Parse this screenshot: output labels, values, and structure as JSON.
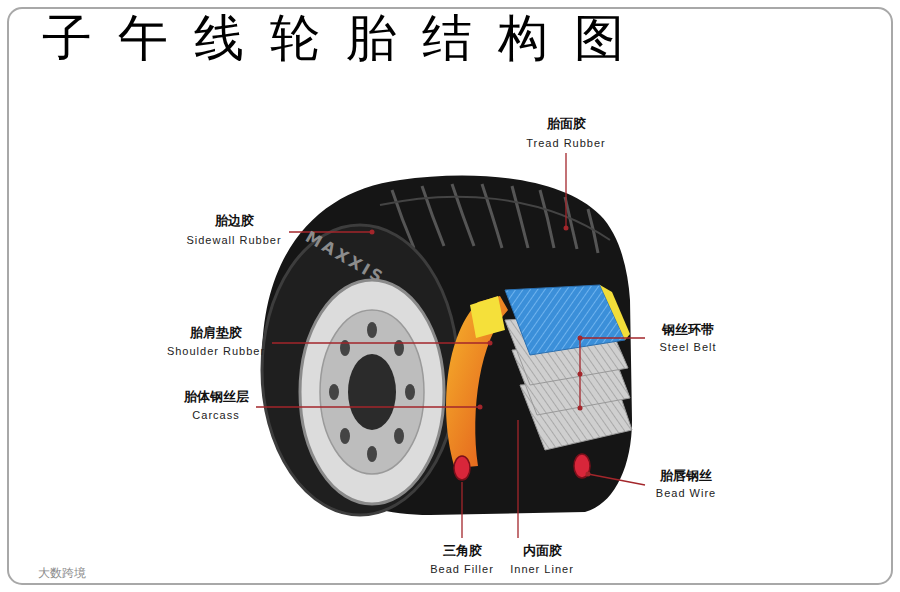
{
  "diagram": {
    "title": "子午线轮胎结构图",
    "labels": [
      "胎面胶",
      "Tread Rubber",
      "胎边胶",
      "Sidewall Rubber",
      "胎肩垫胶",
      "Shoulder Rubber",
      "胎体钢丝层",
      "Carcass",
      "钢丝环带",
      "Steel Belt",
      "胎唇钢丝",
      "Bead Wire",
      "三角胶",
      "Bead Filler",
      "内面胶",
      "Inner Liner",
      "MAXXIS",
      "大数跨境"
    ]
  }
}
